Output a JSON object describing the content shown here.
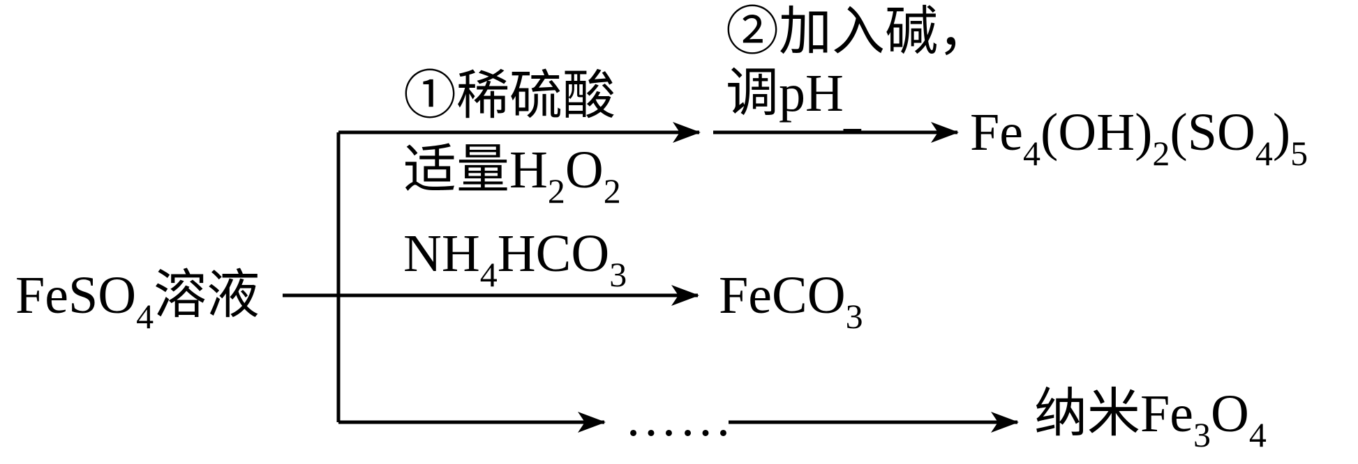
{
  "diagram": {
    "source": {
      "text_a": "FeSO",
      "sub_a": "4",
      "text_b": "溶液"
    },
    "branch_top": {
      "step1_line1": "①稀硫酸",
      "step1_line2_a": "适量H",
      "step1_line2_sub1": "2",
      "step1_line2_b": "O",
      "step1_line2_sub2": "2",
      "step2_line1": "②加入碱，",
      "step2_line2_a": "调pH",
      "step2_line2_sub": "_",
      "product_a": "Fe",
      "product_sub1": "4",
      "product_b": "(OH)",
      "product_sub2": "2",
      "product_c": "(SO",
      "product_sub3": "4",
      "product_d": ")",
      "product_sub4": "5"
    },
    "branch_middle": {
      "reagent_a": "NH",
      "reagent_sub1": "4",
      "reagent_b": "HCO",
      "reagent_sub2": "3",
      "product_a": "FeCO",
      "product_sub": "3"
    },
    "branch_bottom": {
      "ellipsis": "……",
      "product_a": "纳米Fe",
      "product_sub1": "3",
      "product_b": "O",
      "product_sub2": "4"
    }
  }
}
